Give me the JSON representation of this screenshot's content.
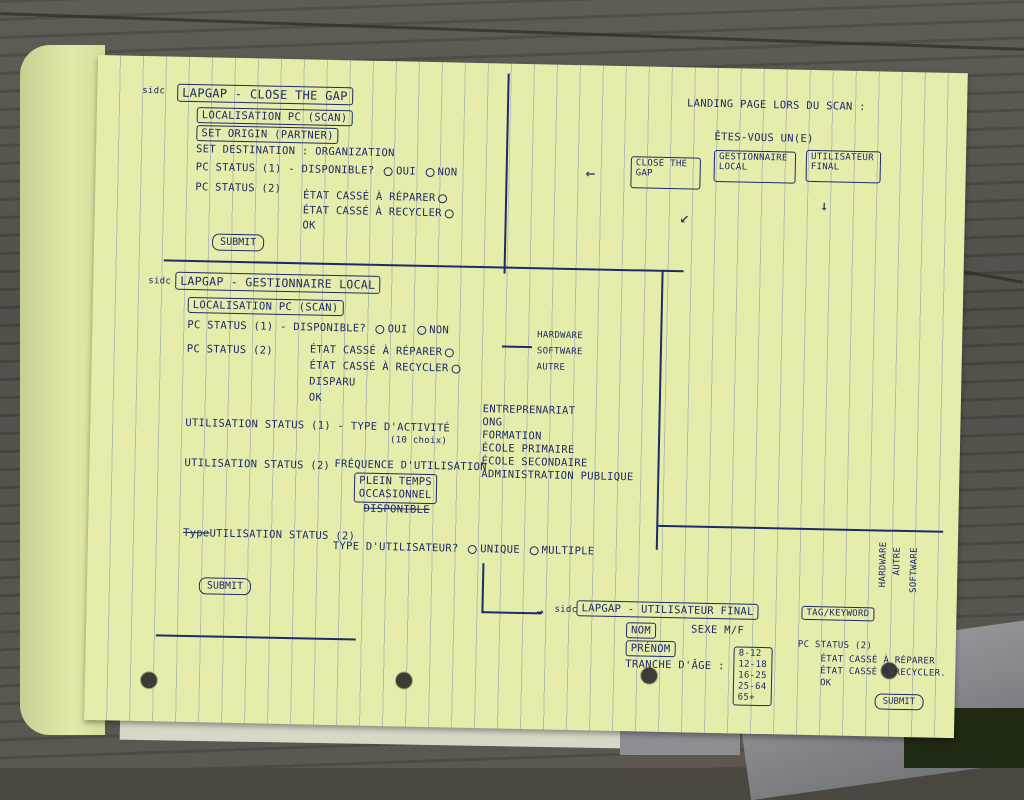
{
  "s1": {
    "sidc": "sidc",
    "title": "LAPGAP - CLOSE THE GAP",
    "items": [
      "LOCALISATION PC (SCAN)",
      "SET ORIGIN (PARTNER)",
      "SET DESTINATION : ORGANIZATION",
      "PC STATUS (1) - DISPONIBLE?",
      "PC STATUS (2)"
    ],
    "oui": "OUI",
    "non": "NON",
    "status_opts": [
      "ÉTAT CASSÉ À RÉPARER",
      "ÉTAT CASSÉ À RECYCLER",
      "OK"
    ],
    "submit": "SUBMIT"
  },
  "landing": {
    "title": "LANDING PAGE LORS DU SCAN :",
    "question": "ÊTES-VOUS UN(E)",
    "options": [
      "CLOSE THE GAP",
      "GESTIONNAIRE LOCAL",
      "UTILISATEUR FINAL"
    ]
  },
  "s2": {
    "sidc": "sidc",
    "title": "LAPGAP - GESTIONNAIRE LOCAL",
    "loc": "LOCALISATION PC (SCAN)",
    "pc1": "PC STATUS (1) - DISPONIBLE?",
    "oui": "OUI",
    "non": "NON",
    "pc2": "PC STATUS (2)",
    "pc2_opts": [
      "ÉTAT CASSÉ À RÉPARER",
      "ÉTAT CASSÉ À RECYCLER",
      "DISPARU",
      "OK"
    ],
    "hw_opts": [
      "HARDWARE",
      "SOFTWARE",
      "AUTRE"
    ],
    "u1": "UTILISATION STATUS (1) - TYPE D'ACTIVITÉ",
    "u1_note": "(10 choix)",
    "activities": [
      "ENTREPRENARIAT",
      "ONG",
      "FORMATION",
      "ÉCOLE PRIMAIRE",
      "ÉCOLE SECONDAIRE",
      "ADMINISTRATION PUBLIQUE"
    ],
    "u2": "UTILISATION STATUS (2)",
    "freq": "FRÉQUENCE D'UTILISATION",
    "freq_opts": [
      "PLEIN TEMPS",
      "OCCASIONNEL"
    ],
    "freq_struck": "DISPONIBLE",
    "u3_struck": "Type",
    "u3": "UTILISATION STATUS (2)",
    "user_type": "TYPE D'UTILISATEUR?",
    "unique": "UNIQUE",
    "multiple": "MULTIPLE",
    "submit": "SUBMIT"
  },
  "s3": {
    "sidc": "sidc",
    "title": "LAPGAP - UTILISATEUR FINAL",
    "nom": "NOM",
    "sexe": "SEXE M/F",
    "prenom": "PRÉNOM",
    "age_label": "TRANCHE D'ÂGE :",
    "ages": [
      "8-12",
      "12-18",
      "16-25",
      "25-64",
      "65+"
    ],
    "tag": "TAG/KEYWORD",
    "pc2": "PC STATUS (2)",
    "pc2_opts": [
      "ÉTAT CASSÉ À RÉPARER",
      "ÉTAT CASSÉ À RECYCLER.",
      "OK"
    ],
    "side_opts": [
      "HARDWARE",
      "AUTRE",
      "SOFTWARE"
    ],
    "submit": "SUBMIT"
  }
}
